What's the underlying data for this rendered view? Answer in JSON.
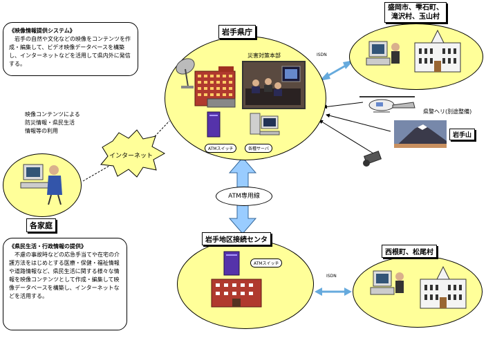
{
  "center": {
    "title": "岩手県庁",
    "hq_label": "災害対策本部",
    "atm_switch": "ATMスイッチ",
    "server": "各種サーバ"
  },
  "top_right": {
    "title_line1": "盛岡市、雫石町、",
    "title_line2": "滝沢村、玉山村",
    "isdn": "ISDN"
  },
  "helicopter_label": "県警ヘリ(別途整備)",
  "mountain_label": "岩手山",
  "video_note": {
    "title": "《映像情報提供システム》",
    "body": "岩手の自然や文化などの映像をコンテンツを作成・編集して、ビデオ映像データベースを構築し、インターネットなどを活用して県内外に発信する。"
  },
  "usage_text": {
    "line1": "映像コンテンツによる",
    "line2": "防災情報・県民生活",
    "line3": "情報等の利用"
  },
  "internet_label": "インターネット",
  "home": {
    "title": "各家庭"
  },
  "atm_line": "ATM専用線",
  "bottom_center": {
    "title": "岩手地区接続センタ",
    "atm_switch": "ATMスイッチ"
  },
  "life_note": {
    "title": "《県民生活・行政情報の提供》",
    "body": "不慮の事故時などの応急手当てや在宅の介護方法をはじめとする医療・保健・福祉情報や道路情報など、県民生活に関する様々な情報を映像コンテンツとして作成・編集して映像データベースを構築し、インターネットなどを活用する。"
  },
  "bottom_right": {
    "title": "西根町、松尾村",
    "isdn": "ISDN"
  },
  "colors": {
    "bubble": "#ffff99",
    "arrow": "#99ccff",
    "building_red": "#b03a2e",
    "switch_purple": "#5533aa"
  }
}
